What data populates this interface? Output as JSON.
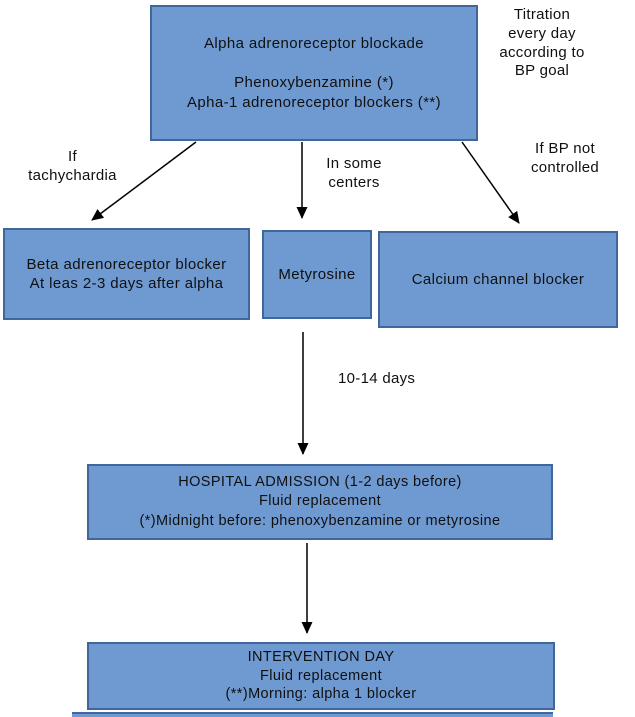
{
  "colors": {
    "box_fill": "#6f9ad1",
    "box_border": "#41669c",
    "arrow": "#000000",
    "text": "#101010",
    "background": "#ffffff"
  },
  "diagram": {
    "top_box": {
      "text": "Alpha adrenoreceptor blockade\n\nPhenoxybenzamine (*)\nApha-1 adrenoreceptor blockers (**)"
    },
    "titration_note": {
      "text": "Titration\nevery day\naccording to\nBP goal"
    },
    "edge_labels": {
      "left": "If\ntachychardia",
      "middle": "In some\ncenters",
      "right": "If BP not\ncontrolled",
      "duration": "10-14 days"
    },
    "beta_box": {
      "text": "Beta adrenoreceptor blocker\nAt leas 2-3 days after alpha"
    },
    "metyrosine_box": {
      "text": "Metyrosine"
    },
    "calcium_box": {
      "text": "Calcium channel blocker"
    },
    "hospital_box": {
      "text": "HOSPITAL ADMISSION (1-2 days before)\nFluid replacement\n(*)Midnight before: phenoxybenzamine or metyrosine"
    },
    "intervention_box": {
      "text": "INTERVENTION DAY\nFluid replacement\n(**)Morning: alpha 1 blocker"
    }
  }
}
